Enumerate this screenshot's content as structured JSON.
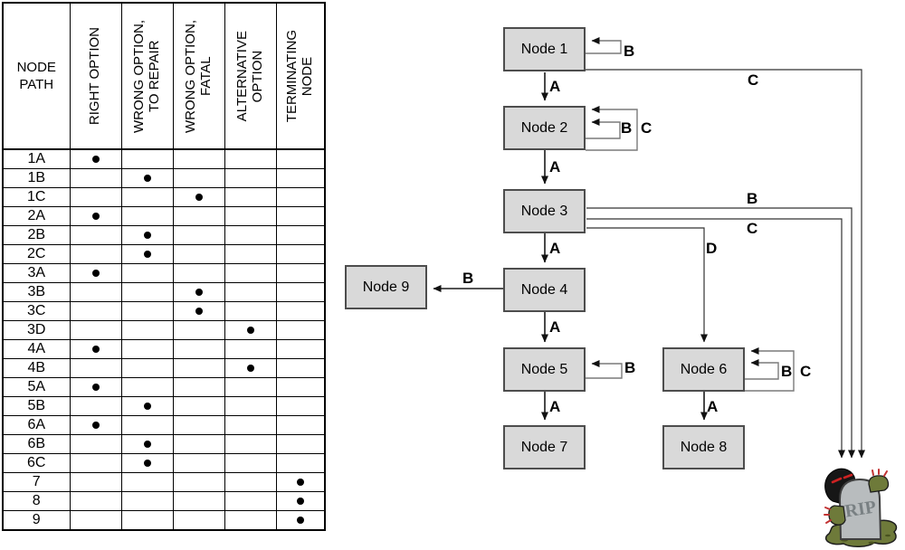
{
  "table": {
    "corner_header": "NODE\nPATH",
    "column_headers": [
      "RIGHT OPTION",
      "WRONG OPTION,\nTO REPAIR",
      "WRONG OPTION,\nFATAL",
      "ALTERNATIVE\nOPTION",
      "TERMINATING\nNODE"
    ],
    "rows": [
      {
        "path": "1A",
        "marks": [
          1,
          0,
          0,
          0,
          0
        ]
      },
      {
        "path": "1B",
        "marks": [
          0,
          1,
          0,
          0,
          0
        ]
      },
      {
        "path": "1C",
        "marks": [
          0,
          0,
          1,
          0,
          0
        ]
      },
      {
        "path": "2A",
        "marks": [
          1,
          0,
          0,
          0,
          0
        ]
      },
      {
        "path": "2B",
        "marks": [
          0,
          1,
          0,
          0,
          0
        ]
      },
      {
        "path": "2C",
        "marks": [
          0,
          1,
          0,
          0,
          0
        ]
      },
      {
        "path": "3A",
        "marks": [
          1,
          0,
          0,
          0,
          0
        ]
      },
      {
        "path": "3B",
        "marks": [
          0,
          0,
          1,
          0,
          0
        ]
      },
      {
        "path": "3C",
        "marks": [
          0,
          0,
          1,
          0,
          0
        ]
      },
      {
        "path": "3D",
        "marks": [
          0,
          0,
          0,
          1,
          0
        ]
      },
      {
        "path": "4A",
        "marks": [
          1,
          0,
          0,
          0,
          0
        ]
      },
      {
        "path": "4B",
        "marks": [
          0,
          0,
          0,
          1,
          0
        ]
      },
      {
        "path": "5A",
        "marks": [
          1,
          0,
          0,
          0,
          0
        ]
      },
      {
        "path": "5B",
        "marks": [
          0,
          1,
          0,
          0,
          0
        ]
      },
      {
        "path": "6A",
        "marks": [
          1,
          0,
          0,
          0,
          0
        ]
      },
      {
        "path": "6B",
        "marks": [
          0,
          1,
          0,
          0,
          0
        ]
      },
      {
        "path": "6C",
        "marks": [
          0,
          1,
          0,
          0,
          0
        ]
      },
      {
        "path": "7",
        "marks": [
          0,
          0,
          0,
          0,
          1
        ]
      },
      {
        "path": "8",
        "marks": [
          0,
          0,
          0,
          0,
          1
        ]
      },
      {
        "path": "9",
        "marks": [
          0,
          0,
          0,
          0,
          1
        ]
      }
    ]
  },
  "diagram": {
    "nodes": [
      {
        "id": "node-1",
        "label": "Node 1"
      },
      {
        "id": "node-2",
        "label": "Node 2"
      },
      {
        "id": "node-3",
        "label": "Node 3"
      },
      {
        "id": "node-4",
        "label": "Node 4"
      },
      {
        "id": "node-5",
        "label": "Node 5"
      },
      {
        "id": "node-6",
        "label": "Node 6"
      },
      {
        "id": "node-7",
        "label": "Node 7"
      },
      {
        "id": "node-8",
        "label": "Node 8"
      },
      {
        "id": "node-9",
        "label": "Node 9"
      }
    ],
    "edges": [
      {
        "from": "Node 1",
        "to": "Node 2",
        "label": "A",
        "kind": "flow"
      },
      {
        "from": "Node 2",
        "to": "Node 3",
        "label": "A",
        "kind": "flow"
      },
      {
        "from": "Node 3",
        "to": "Node 4",
        "label": "A",
        "kind": "flow"
      },
      {
        "from": "Node 4",
        "to": "Node 5",
        "label": "A",
        "kind": "flow"
      },
      {
        "from": "Node 5",
        "to": "Node 7",
        "label": "A",
        "kind": "flow"
      },
      {
        "from": "Node 6",
        "to": "Node 8",
        "label": "A",
        "kind": "flow"
      },
      {
        "from": "Node 4",
        "to": "Node 9",
        "label": "B",
        "kind": "flow"
      },
      {
        "from": "Node 1",
        "to": "Node 1",
        "label": "B",
        "kind": "self-loop"
      },
      {
        "from": "Node 2",
        "to": "Node 2",
        "label": "B",
        "kind": "self-loop"
      },
      {
        "from": "Node 2",
        "to": "Node 2",
        "label": "C",
        "kind": "self-loop"
      },
      {
        "from": "Node 5",
        "to": "Node 5",
        "label": "B",
        "kind": "self-loop"
      },
      {
        "from": "Node 6",
        "to": "Node 6",
        "label": "B",
        "kind": "self-loop"
      },
      {
        "from": "Node 6",
        "to": "Node 6",
        "label": "C",
        "kind": "self-loop"
      },
      {
        "from": "Node 1",
        "to": "terminating",
        "label": "C",
        "kind": "fatal"
      },
      {
        "from": "Node 3",
        "to": "terminating",
        "label": "B",
        "kind": "fatal"
      },
      {
        "from": "Node 3",
        "to": "terminating",
        "label": "C",
        "kind": "fatal"
      },
      {
        "from": "Node 3",
        "to": "Node 6",
        "label": "D",
        "kind": "flow"
      }
    ],
    "tombstone": {
      "text": "RIP"
    }
  },
  "colors": {
    "node_fill": "#d9d9d9",
    "node_border": "#4d4d4d",
    "mark_dot": "#000000",
    "loop_stroke": "#7a7a7a",
    "line_stroke": "#333333",
    "stone_fill": "#b8bcbe",
    "grass_fill": "#6e7a3a",
    "hood_fill": "#161616",
    "eye_red": "#cc2222"
  }
}
